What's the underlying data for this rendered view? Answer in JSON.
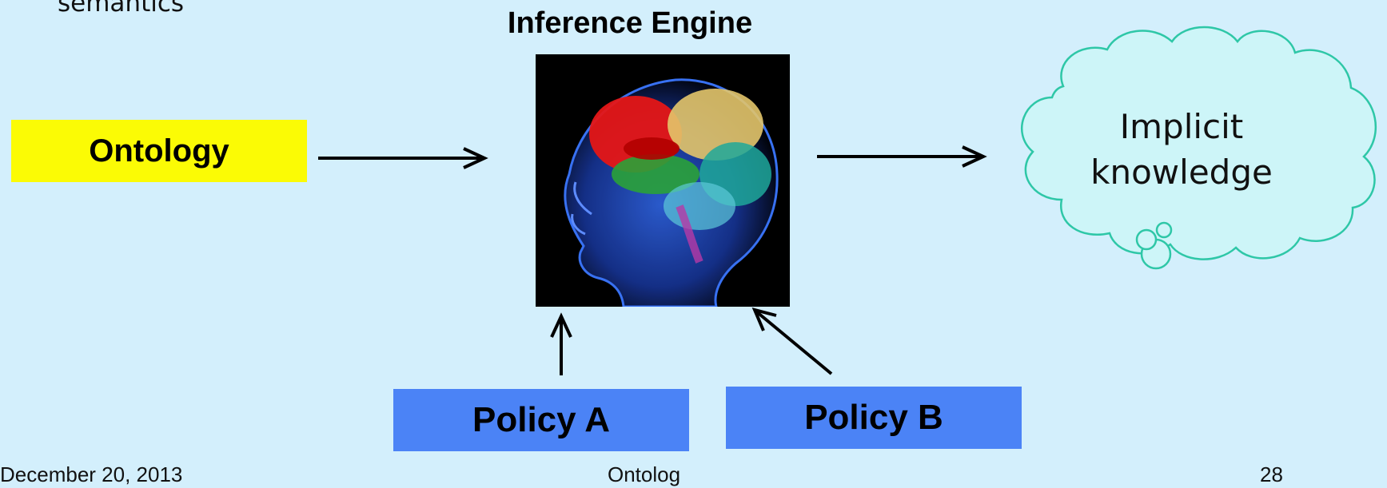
{
  "slide": {
    "top_text": "semantics",
    "engine_title": "Inference Engine",
    "ontology_label": "Ontology",
    "output_label_line1": "Implicit",
    "output_label_line2": "knowledge",
    "policy_a_label": "Policy A",
    "policy_b_label": "Policy B"
  },
  "footer": {
    "date": "December 20, 2013",
    "center": "Ontolog",
    "page": "28"
  },
  "colors": {
    "background": "#d3effc",
    "ontology_fill": "#fbfb05",
    "policy_fill": "#4b83f6",
    "cloud_fill": "#cdf5f8",
    "cloud_stroke": "#2ec7a7"
  },
  "icons": [
    "brain-head-image",
    "cloud-shape"
  ]
}
